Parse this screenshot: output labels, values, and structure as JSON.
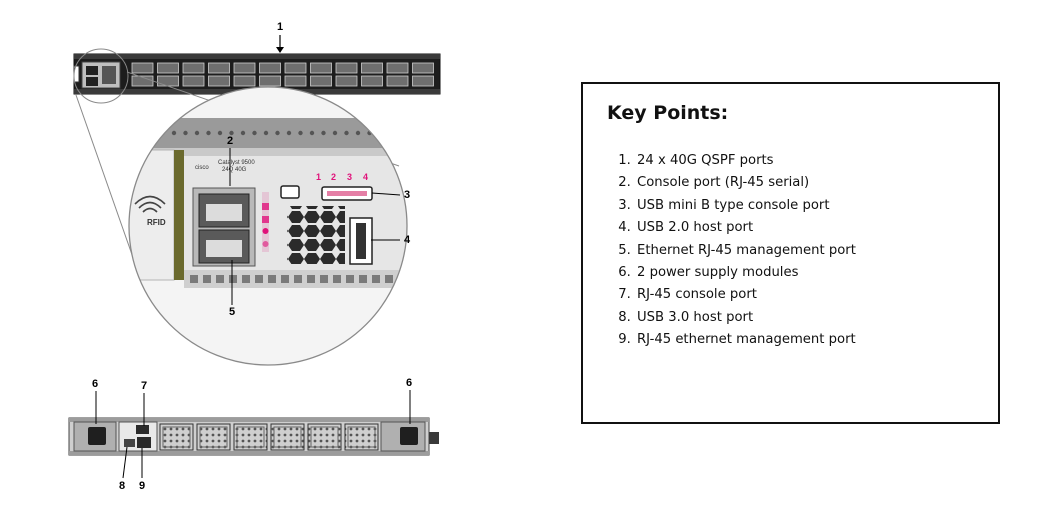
{
  "callouts": {
    "c1": "1",
    "c2": "2",
    "c3": "3",
    "c4": "4",
    "c5": "5",
    "c6a": "6",
    "c6b": "6",
    "c7": "7",
    "c8": "8",
    "c9": "9"
  },
  "device_labels": {
    "cisco_logo": "cisco",
    "model_line1": "Catalyst 9500",
    "model_line2": "24Q 40G",
    "rfid": "RFID",
    "port_numbers": [
      "1",
      "2",
      "3",
      "4"
    ]
  },
  "key_points": {
    "title": "Key Points:",
    "items": [
      "24 x 40G QSPF ports",
      "Console port (RJ-45 serial)",
      "USB mini B type console port",
      "USB 2.0 host port",
      "Ethernet RJ-45 management port",
      "2 power supply modules",
      "RJ-45 console port",
      "USB 3.0 host port",
      "RJ-45 ethernet management port"
    ]
  },
  "colors": {
    "accent_magenta": "#e0127a",
    "chassis_dark": "#2a2a2a",
    "chassis_light": "#d9d9d9",
    "olive_stripe": "#6b6a2e"
  }
}
